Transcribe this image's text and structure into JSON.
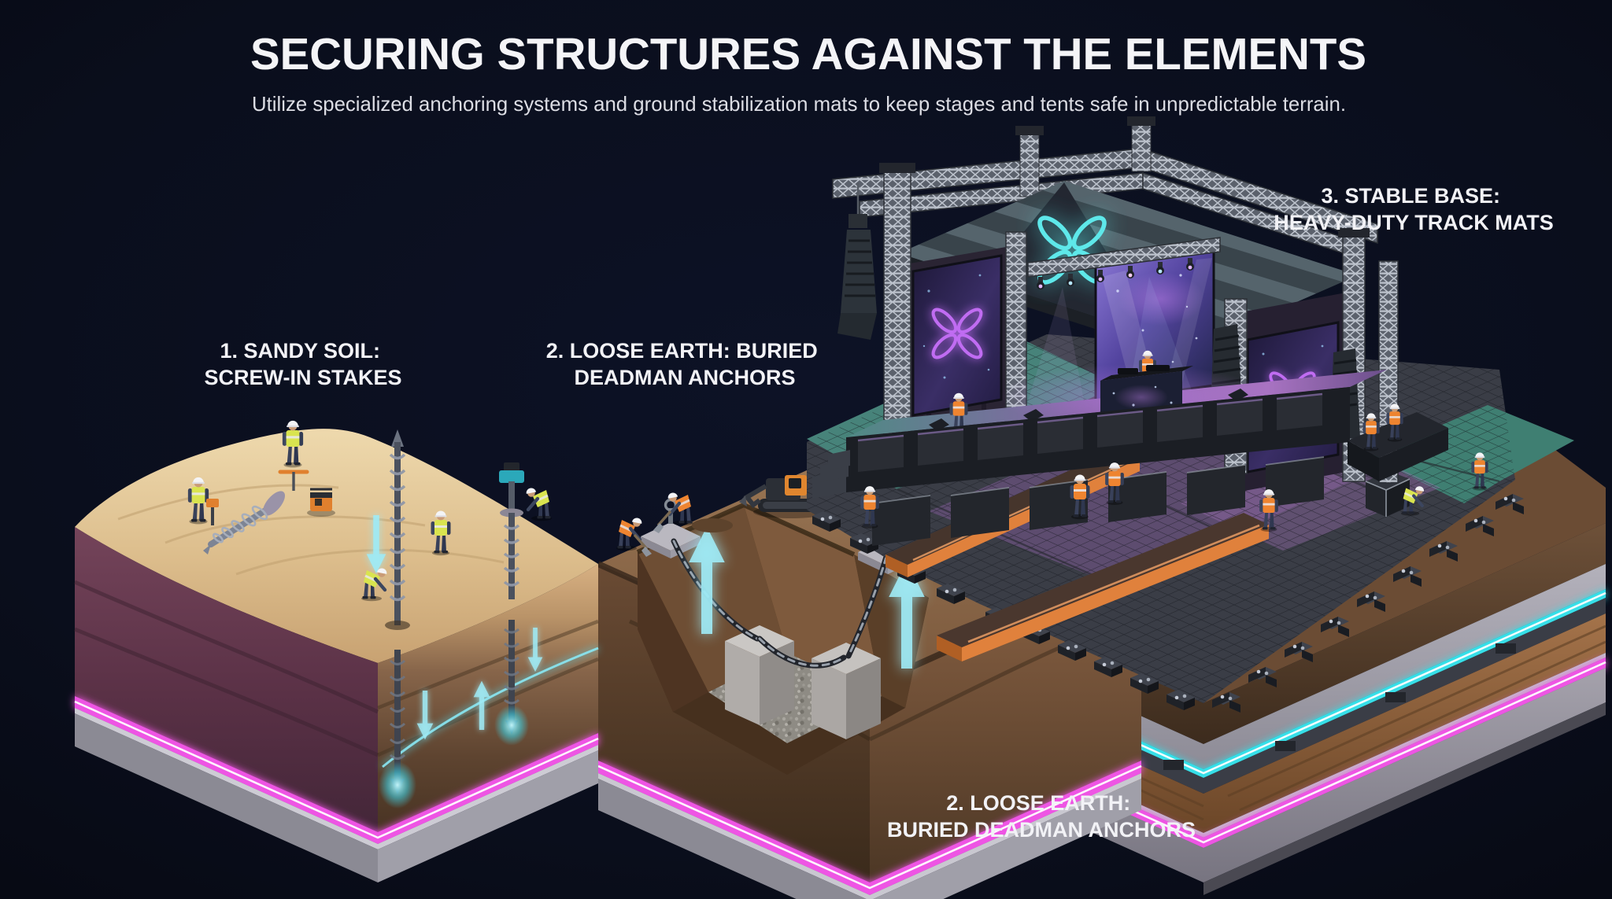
{
  "header": {
    "title": "SECURING STRUCTURES AGAINST THE ELEMENTS",
    "subtitle": "Utilize specialized anchoring systems and ground stabilization mats to keep stages and tents safe in unpredictable terrain."
  },
  "annotations": {
    "sandy_soil": {
      "line1": "1. SANDY SOIL:",
      "line2": "SCREW-IN STAKES"
    },
    "loose_earth": {
      "line1": "2. LOOSE EARTH: BURIED",
      "line2": "DEADMAN ANCHORS"
    },
    "stable_base": {
      "line1": "3. STABLE BASE:",
      "line2": "HEAVY-DUTY TRACK MATS"
    },
    "loose_earth_footer": {
      "line1": "2. LOOSE EARTH:",
      "line2": "BURIED DEADMAN ANCHORS"
    }
  },
  "sections": [
    {
      "number": "1",
      "terrain": "Sandy soil",
      "method": "Screw-in stakes"
    },
    {
      "number": "2",
      "terrain": "Loose earth",
      "method": "Buried deadman anchors"
    },
    {
      "number": "3",
      "terrain": "Stable base",
      "method": "Heavy-duty track mats"
    }
  ],
  "icons": {
    "flower_logo": "four-petal-flower-icon",
    "up_arrow": "up-arrow-icon",
    "down_arrow": "down-arrow-icon"
  },
  "colors": {
    "background": "#0a0e1c",
    "neon_pink": "#f356ea",
    "neon_cyan": "#41e6ee",
    "arrow_cyan": "#9feaf5",
    "sand": "#d9bc8d",
    "earth_brown": "#6e4f36",
    "concrete": "#9b9aa3",
    "wood": "#8a5f3b",
    "vest_yellow": "#d9e44f",
    "vest_orange": "#ee8430",
    "screen_violet": "#b86cf0",
    "ramp_orange": "#e0813c"
  }
}
